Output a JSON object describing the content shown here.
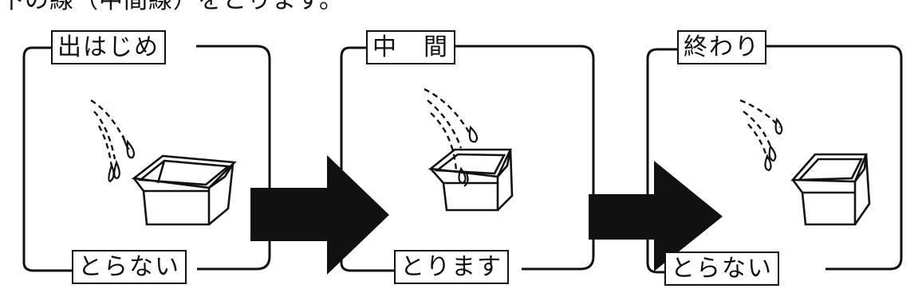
{
  "header": {
    "text": "下の線（中間線）をとります。"
  },
  "panels": [
    {
      "title": "出はじめ",
      "bottom": "とらない"
    },
    {
      "title": "中　間",
      "bottom": "とります"
    },
    {
      "title": "終わり",
      "bottom": "とらない"
    }
  ],
  "colors": {
    "ink": "#111111",
    "paper": "#ffffff"
  }
}
